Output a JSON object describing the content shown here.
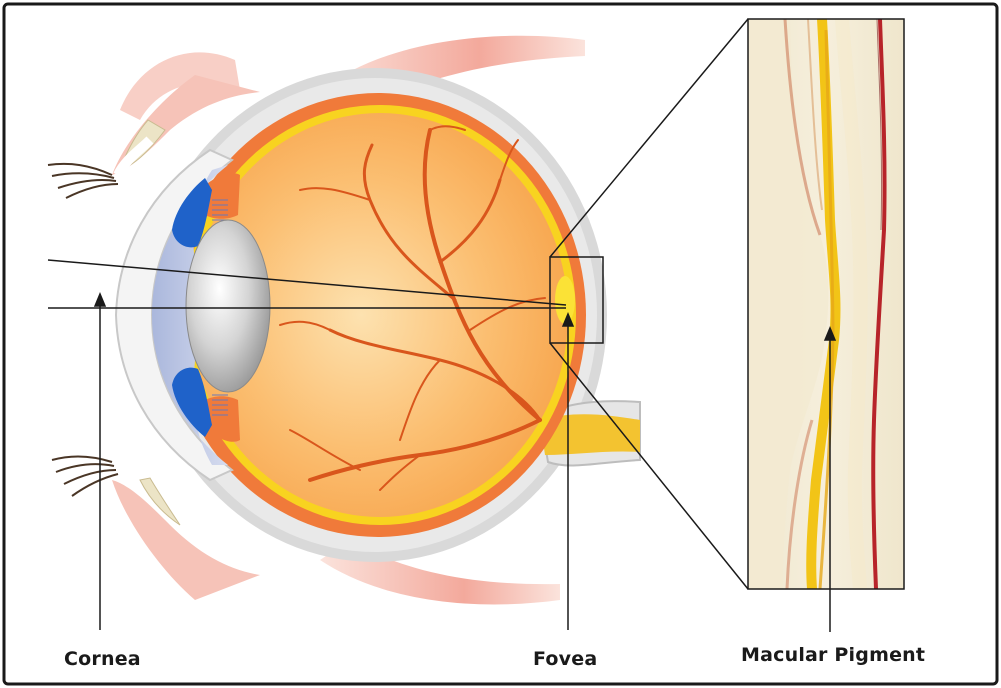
{
  "labels": {
    "cornea": "Cornea",
    "fovea": "Fovea",
    "macular_pigment": "Macular Pigment"
  }
}
